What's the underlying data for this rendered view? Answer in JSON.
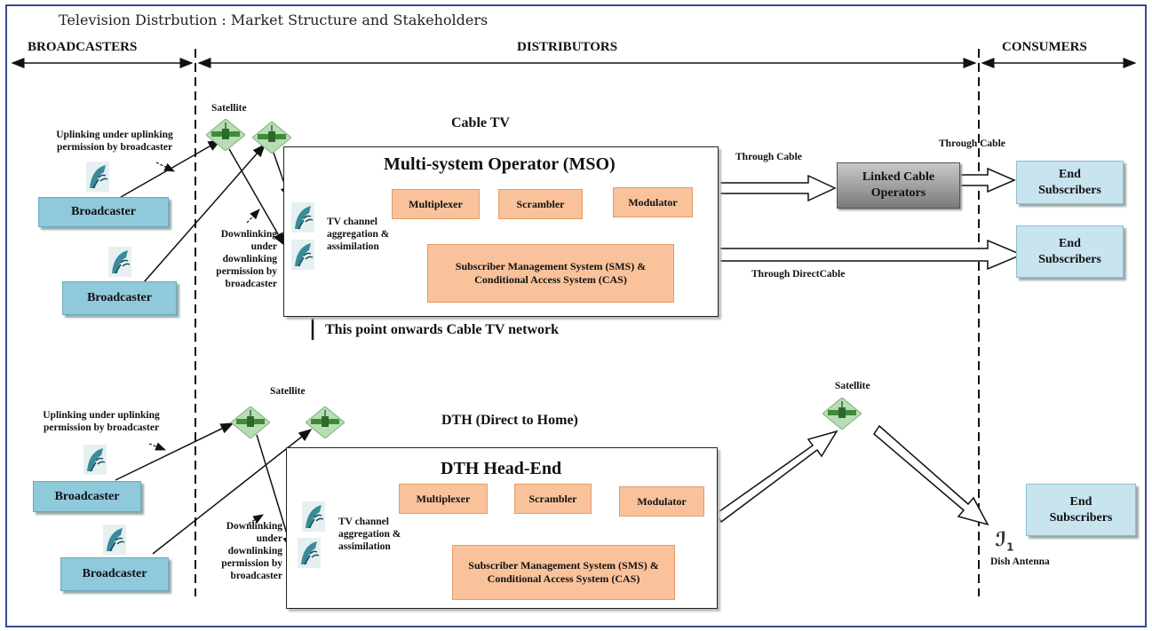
{
  "title": "Television Distrbution : Market Structure and Stakeholders",
  "columns": {
    "broadcasters": "BROADCASTERS",
    "distributors": "DISTRIBUTORS",
    "consumers": "CONSUMERS"
  },
  "cable": {
    "section_title": "Cable TV",
    "satellite_label": "Satellite",
    "uplink_note": "Uplinking under uplinking permission by broadcaster",
    "downlink_note": "Downlinking under downlinking permission by broadcaster",
    "broadcaster_1": "Broadcaster",
    "broadcaster_2": "Broadcaster",
    "operator_title": "Multi-system Operator (MSO)",
    "aggregation": "TV channel aggregation & assimilation",
    "multiplexer": "Multiplexer",
    "scrambler": "Scrambler",
    "modulator": "Modulator",
    "sms_cas": "Subscriber Management System (SMS) & Conditional Access System (CAS)",
    "network_note": "This point onwards Cable TV network",
    "through_cable_1": "Through Cable",
    "through_cable_2": "Through Cable",
    "linked_cable": "Linked Cable Operators",
    "through_direct": "Through DirectCable",
    "end_sub_1": "End Subscribers",
    "end_sub_2": "End Subscribers"
  },
  "dth": {
    "section_title": "DTH (Direct to Home)",
    "satellite_label": "Satellite",
    "uplink_note": "Uplinking under uplinking permission by broadcaster",
    "downlink_note": "Downlinking under downlinking permission by broadcaster",
    "broadcaster_1": "Broadcaster",
    "broadcaster_2": "Broadcaster",
    "headend_title": "DTH Head-End",
    "aggregation": "TV channel aggregation & assimilation",
    "multiplexer": "Multiplexer",
    "scrambler": "Scrambler",
    "modulator": "Modulator",
    "sms_cas": "Subscriber Management System (SMS) & Conditional Access System (CAS)",
    "satellite_right": "Satellite",
    "dish_antenna": "Dish Antenna",
    "end_sub": "End Subscribers"
  },
  "colors": {
    "broadcaster_box": "#8fc9dc",
    "end_subscriber_box": "#c7e4ef",
    "process_box": "#f9c29b",
    "frame": "#3a4a8a"
  }
}
